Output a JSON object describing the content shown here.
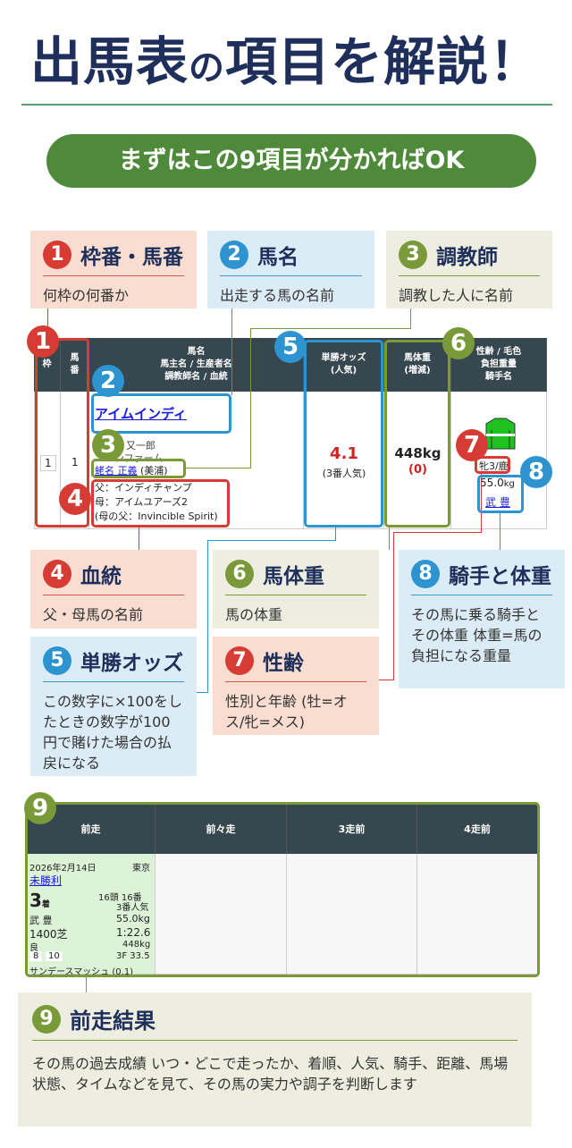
{
  "title": {
    "main": "出馬表",
    "no": "の",
    "rest": "項目を解説！"
  },
  "subtitle": "まずはこの9項目が分かればOK",
  "items": [
    {
      "n": "1",
      "title": "枠番・馬番",
      "desc": "何枠の何番か"
    },
    {
      "n": "2",
      "title": "馬名",
      "desc": "出走する馬の名前"
    },
    {
      "n": "3",
      "title": "調教師",
      "desc": "調教した人に名前"
    },
    {
      "n": "4",
      "title": "血統",
      "desc": "父・母馬の名前"
    },
    {
      "n": "5",
      "title": "単勝オッズ",
      "desc": "この数字に×100をしたときの数字が100円で賭けた場合の払戻になる"
    },
    {
      "n": "6",
      "title": "馬体重",
      "desc": "馬の体重"
    },
    {
      "n": "7",
      "title": "性齢",
      "desc": "性別と年齢 (牡=オス/牝=メス)"
    },
    {
      "n": "8",
      "title": "騎手と体重",
      "desc": "その馬に乗る騎手とその体重 体重=馬の負担になる重量"
    },
    {
      "n": "9",
      "title": "前走結果",
      "desc": "その馬の過去成績 いつ・どこで走ったか、着順、人気、騎手、距離、馬場状態、タイムなどを見て、その馬の実力や調子を判断します"
    }
  ],
  "race_card": {
    "headers": {
      "waku": "枠",
      "umaban": "馬番",
      "name1": "馬名",
      "name2": "馬主名 / 生産者名",
      "name3": "調教師名 / 血統",
      "odds1": "単勝オッズ",
      "odds2": "(人気)",
      "weight1": "馬体重",
      "weight2": "(増減)",
      "jockey1": "性齢 / 毛色",
      "jockey2": "負担重量",
      "jockey3": "騎手名"
    },
    "waku": "1",
    "umaban": "1",
    "horse_name": "アイムインディ",
    "owner": "又一郎",
    "breeder": "ンファーム",
    "trainer": "蛯名 正義",
    "trainer_region": "(美浦)",
    "sire": "父：インディチャンプ",
    "dam": "母：アイムユアーズ2",
    "dam_sire": "(母の父：Invincible Spirit)",
    "odds": "4.1",
    "popularity": "(3番人気)",
    "body_weight": "448kg",
    "weight_change": "(0)",
    "sex_age": "牝3/",
    "coat": "鹿",
    "burden": "55.0",
    "burden_unit": "kg",
    "jockey": "武 豊"
  },
  "past": {
    "headers": [
      "前走",
      "前々走",
      "3走前",
      "4走前"
    ],
    "date": "2026年2月14日",
    "course": "東京",
    "race": "未勝利",
    "place": "3",
    "place_unit": "着",
    "field": "16頭  16番",
    "pop": "3番人気",
    "jockey": "武 豊",
    "weight": "55.0kg",
    "distance": "1400芝",
    "time": "1:22.6",
    "going": "良",
    "body": "448kg",
    "pos1": "8",
    "pos2": "10",
    "last3f": "3F 33.5",
    "winner": "サンデースマッシュ (0.1)"
  },
  "colors": {
    "navy": "#1f2f5c",
    "green": "#4e8a3a",
    "red": "#d63b34",
    "blue": "#2d94cf",
    "olive": "#7a9a3a",
    "header": "#37474f"
  }
}
